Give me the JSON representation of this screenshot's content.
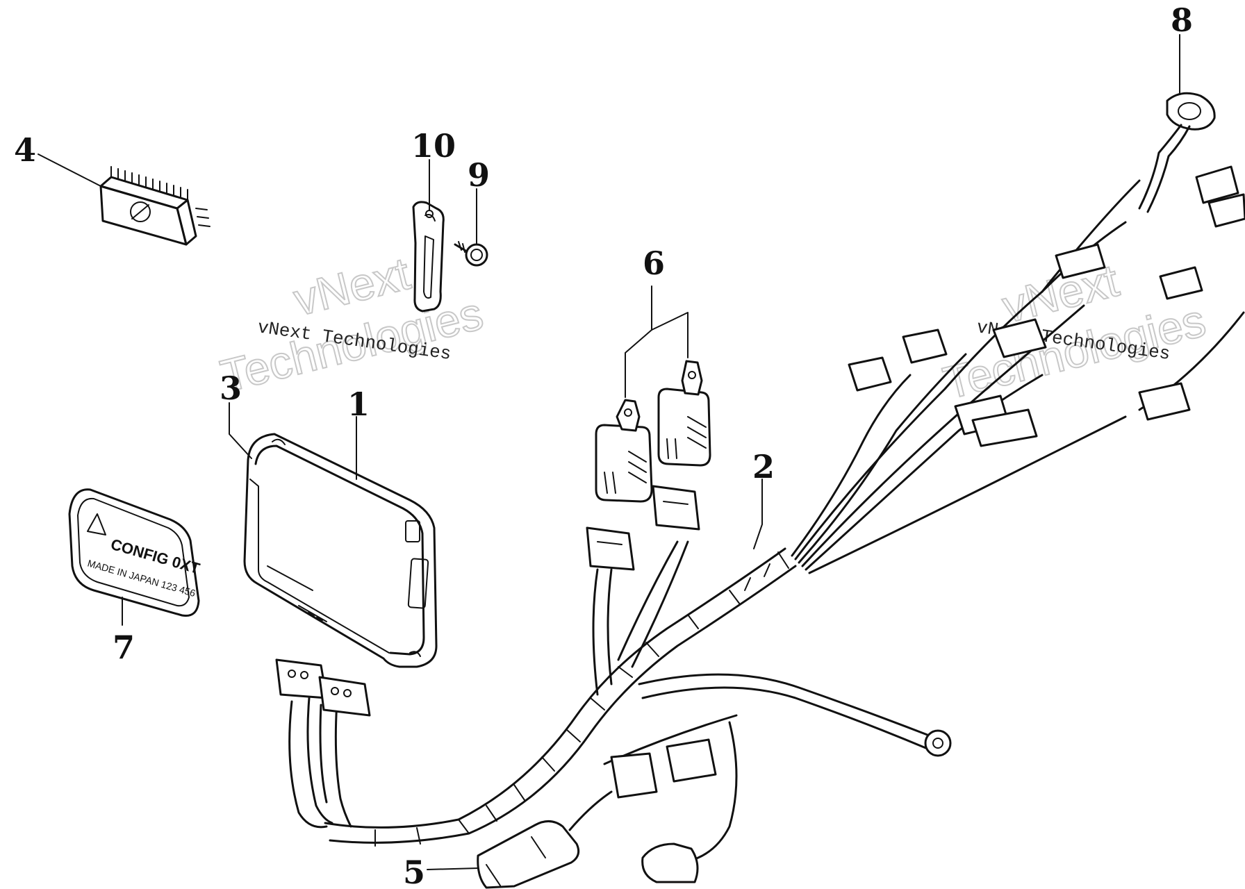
{
  "callouts": {
    "c1": "1",
    "c2": "2",
    "c3": "3",
    "c4": "4",
    "c5": "5",
    "c6": "6",
    "c7": "7",
    "c8": "8",
    "c9": "9",
    "c10": "10"
  },
  "watermarks": {
    "small_left": "vNext Technologies",
    "big_left_1": "vNext",
    "big_left_2": "Technologies",
    "small_right": "vNext Technologies",
    "big_right_1": "vNext",
    "big_right_2": "Technologies"
  },
  "label_plate": {
    "line1": "CONFIG 0XT",
    "line2": "MADE IN JAPAN 123 456"
  }
}
